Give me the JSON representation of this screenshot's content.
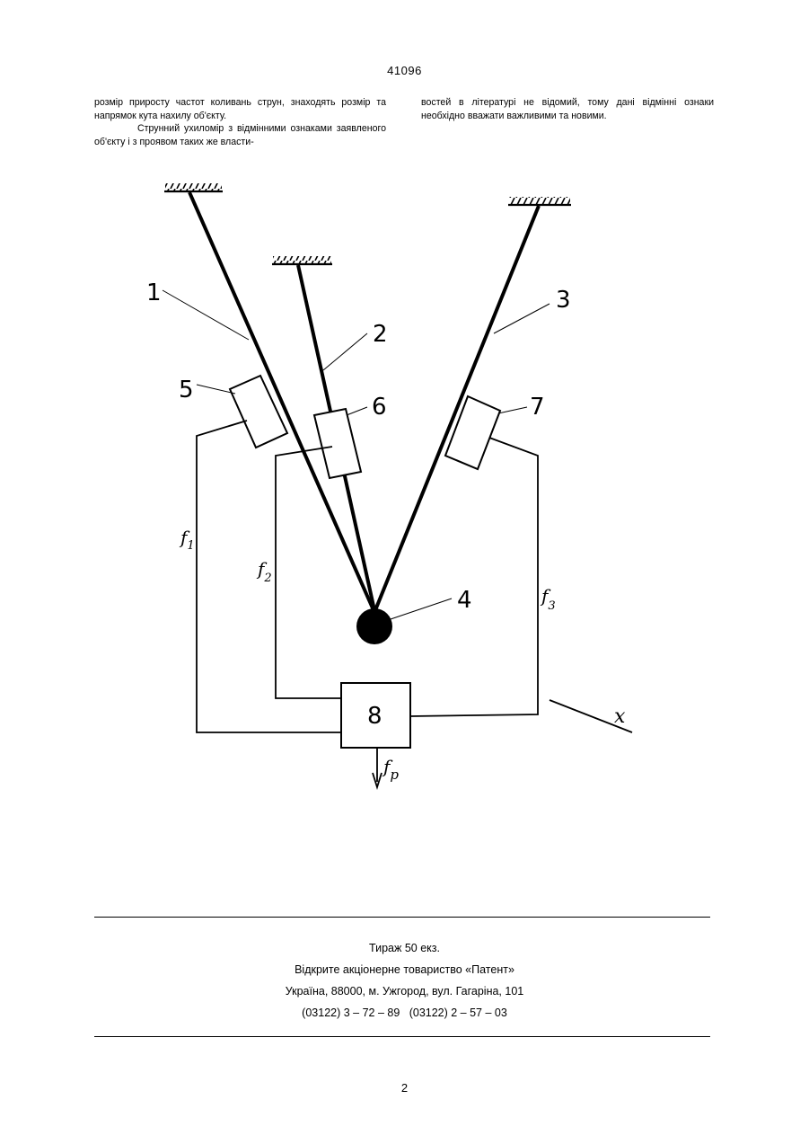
{
  "header": {
    "page_number": "41096"
  },
  "columns": {
    "left": [
      "розмір приросту частот коливань струн, знаходять розмір та напрямок кута нахилу об'єкту.",
      "Струнний ухиломір з відмінними ознаками заявленого об'єкту і з проявом таких же власти-"
    ],
    "right": [
      "востей в літературі не відомий, тому дані відмінні ознаки необхідно вважати важливими та новими."
    ]
  },
  "figure": {
    "labels": {
      "l1": "1",
      "l2": "2",
      "l3": "3",
      "l4": "4",
      "l5": "5",
      "l6": "6",
      "l7": "7",
      "l8": "8",
      "x": "x"
    },
    "freq": {
      "f1": {
        "base": "f",
        "sub": "1"
      },
      "f2": {
        "base": "f",
        "sub": "2"
      },
      "f3": {
        "base": "f",
        "sub": "3"
      },
      "fp": {
        "base": "f",
        "sub": "p"
      }
    }
  },
  "footer": {
    "line1": "Тираж 50 екз.",
    "line2": "Відкрите акціонерне товариство «Патент»",
    "line3": "Україна, 88000, м. Ужгород, вул. Гагаріна, 101",
    "line4": "(03122) 3 – 72 – 89   (03122) 2 – 57 – 03"
  },
  "page_footer_number": "2"
}
